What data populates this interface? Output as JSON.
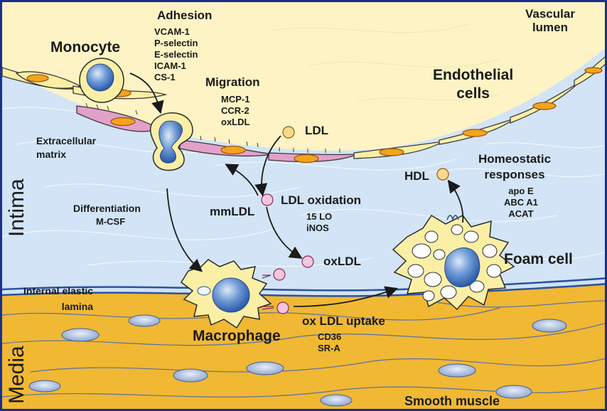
{
  "labels": {
    "vascular_lumen_1": "Vascular",
    "vascular_lumen_2": "lumen",
    "endothelial_1": "Endothelial",
    "endothelial_2": "cells",
    "monocyte": "Monocyte",
    "adhesion": "Adhesion",
    "migration": "Migration",
    "ldl": "LDL",
    "extracellular_1": "Extracellular",
    "extracellular_2": "matrix",
    "homeostatic_1": "Homeostatic",
    "homeostatic_2": "responses",
    "hdl": "HDL",
    "ldl_oxidation": "LDL oxidation",
    "mmldl": "mmLDL",
    "differentiation": "Differentiation",
    "mcsf": "M-CSF",
    "oxldl": "oxLDL",
    "foam_cell": "Foam cell",
    "internal_elastic_1": "Internal elastic",
    "internal_elastic_2": "lamina",
    "macrophage": "Macrophage",
    "oxldl_uptake": "ox LDL uptake",
    "smooth_muscle": "Smooth muscle",
    "intima": "Intima",
    "media": "Media"
  },
  "adhesion_list": [
    "VCAM-1",
    "P-selectin",
    "E-selectin",
    "ICAM-1",
    "CS-1"
  ],
  "migration_list": [
    "MCP-1",
    "CCR-2",
    "oxLDL"
  ],
  "homeostatic_list": [
    "apo E",
    "ABC A1",
    "ACAT"
  ],
  "oxidation_list": [
    "15 LO",
    "iNOS"
  ],
  "uptake_list": [
    "CD36",
    "SR-A"
  ],
  "colors": {
    "lumen": "#fdf3c4",
    "intima": "#d2e4f5",
    "media": "#f0b833",
    "frame": "#1a2f8c",
    "lipoprotein": "#f2c6dc",
    "cell": "#fbefa6"
  }
}
